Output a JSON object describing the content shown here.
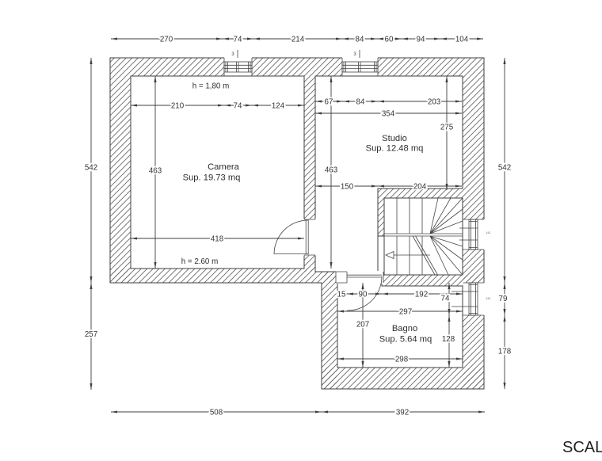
{
  "scale_label": "SCAL",
  "rooms": {
    "camera": {
      "name": "Camera",
      "area": "Sup. 19.73 mq",
      "note_top": "h = 1,80 m",
      "note_bottom": "h = 2.60 m"
    },
    "studio": {
      "name": "Studio",
      "area": "Sup. 12.48 mq"
    },
    "bagno": {
      "name": "Bagno",
      "area": "Sup. 5.64 mq"
    }
  },
  "dims": {
    "top": [
      "270",
      "74",
      "214",
      "84",
      "60",
      "94",
      "104"
    ],
    "left": [
      "542",
      "257"
    ],
    "right": [
      "542",
      "79",
      "178"
    ],
    "bottom": [
      "508",
      "392"
    ],
    "camera": {
      "w1": "210",
      "w2": "74",
      "w3": "124",
      "h": "463",
      "wb": "418"
    },
    "studio": {
      "a": "67",
      "b": "84",
      "c": "203",
      "total": "354",
      "h": "275",
      "h2": "463",
      "p1": "150",
      "p2": "204"
    },
    "bagno": {
      "a": "15",
      "b": "90",
      "c": "192",
      "w": "297",
      "h": "207",
      "e": "128",
      "w2": "298",
      "win": "74"
    },
    "window_mark": "3",
    "window_code": "141"
  }
}
